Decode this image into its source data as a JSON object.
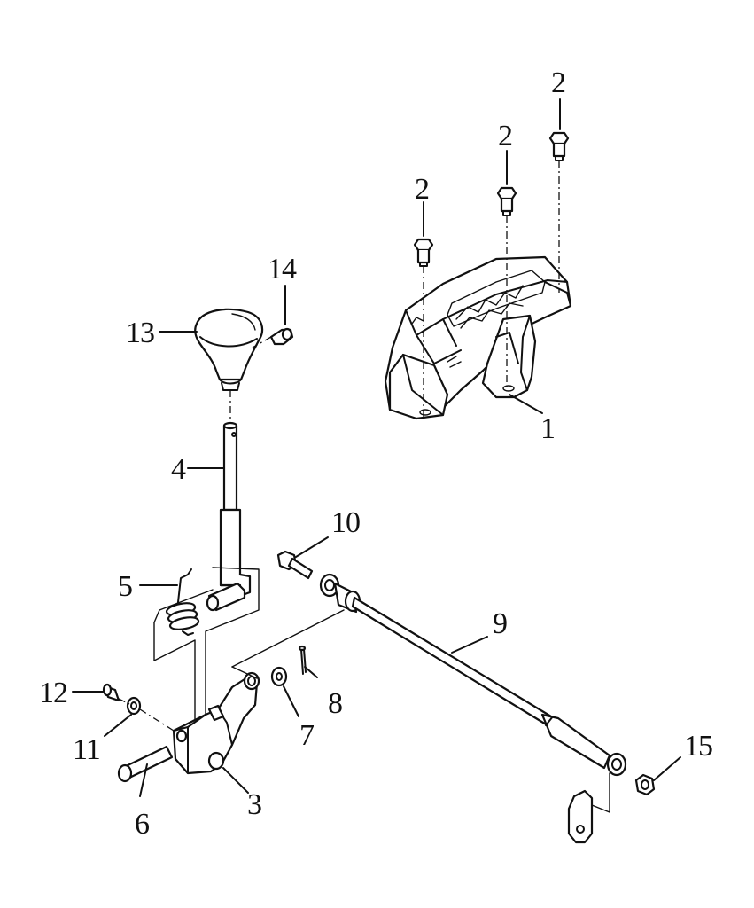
{
  "callouts": [
    {
      "id": "1",
      "label": "1"
    },
    {
      "id": "2a",
      "label": "2"
    },
    {
      "id": "2b",
      "label": "2"
    },
    {
      "id": "2c",
      "label": "2"
    },
    {
      "id": "3",
      "label": "3"
    },
    {
      "id": "4",
      "label": "4"
    },
    {
      "id": "5",
      "label": "5"
    },
    {
      "id": "6",
      "label": "6"
    },
    {
      "id": "7",
      "label": "7"
    },
    {
      "id": "8",
      "label": "8"
    },
    {
      "id": "9",
      "label": "9"
    },
    {
      "id": "10",
      "label": "10"
    },
    {
      "id": "11",
      "label": "11"
    },
    {
      "id": "12",
      "label": "12"
    },
    {
      "id": "13",
      "label": "13"
    },
    {
      "id": "14",
      "label": "14"
    },
    {
      "id": "15",
      "label": "15"
    }
  ]
}
